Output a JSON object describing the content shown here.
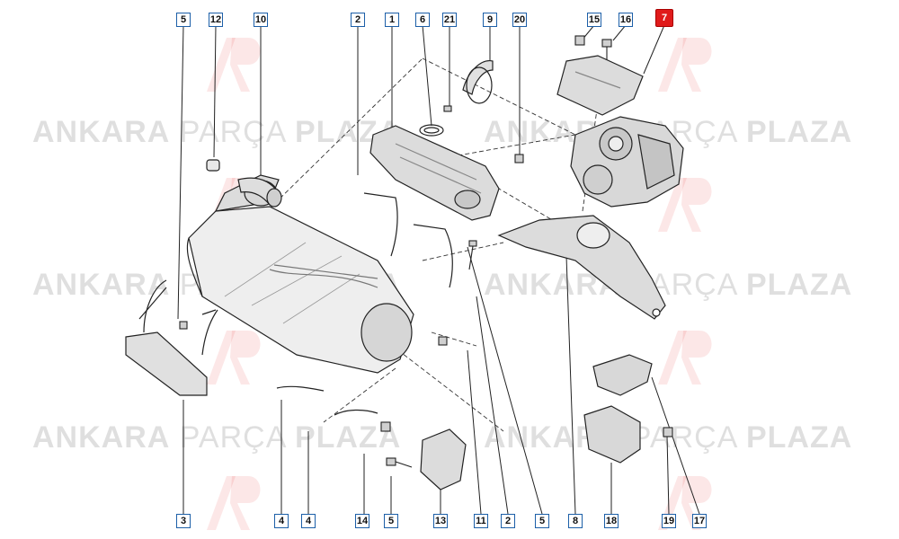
{
  "watermark": {
    "bold_left": "ANKARA",
    "light_middle": "PARÇA",
    "bold_right": "PLAZA",
    "logo_name": "ap-logo-watermark"
  },
  "callouts": {
    "top": [
      "5",
      "12",
      "10",
      "2",
      "1",
      "6",
      "21",
      "9",
      "20",
      "15",
      "16",
      "7"
    ],
    "bottom": [
      "3",
      "4",
      "4",
      "14",
      "5",
      "13",
      "11",
      "2",
      "5",
      "8",
      "18",
      "19",
      "17"
    ],
    "highlighted": "7"
  },
  "colors": {
    "callout_border": "#1c5fa8",
    "highlight": "#e01b1b",
    "line": "#222222"
  }
}
